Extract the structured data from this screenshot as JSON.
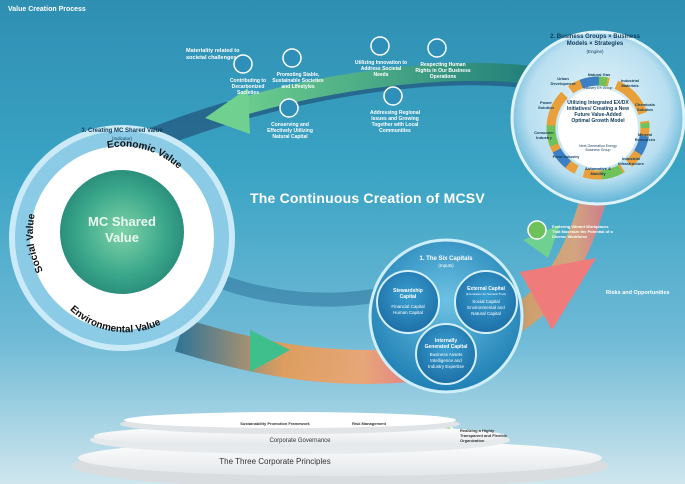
{
  "header": {
    "title": "Value Creation Process"
  },
  "main_title": "The Continuous Creation of MCSV",
  "materiality": {
    "title": "Materiality related to societal challenges",
    "items": [
      "Contributing to Decarbonized Societies",
      "Promoting Stable, Sustainable Societies and Lifestyles",
      "Conserving and Effectively Utilizing Natural Capital",
      "Utilizing Innovation to Address Societal Needs",
      "Respecting Human Rights in Our Business Operations",
      "Addressing Regional Issues and Growing Together with Local Communities"
    ]
  },
  "business": {
    "title": "2. Business Groups × Business Models × Strategies",
    "subtitle": "(Engine)",
    "segments": [
      "Natural Gas",
      "Industrial Materials",
      "Chemicals Solution",
      "Mineral Resources",
      "Industrial Infrastructure",
      "Automotive & Mobility",
      "Food Industry",
      "Consumer Industry",
      "Power Solution",
      "Urban Development"
    ],
    "ring_labels": [
      "Industry DX Group",
      "Next-Generation Energy Business Group"
    ],
    "center": "Utilizing Integrated EX/DX Initiatives/ Creating a New Future Value-Added Optimal Growth Model"
  },
  "shared_value": {
    "title": "3. Creating MC Shared Value",
    "subtitle": "(Indicator)",
    "center": "MC Shared Value",
    "economic": "Economic Value",
    "social": "Social Value",
    "environmental": "Environmental Value"
  },
  "capitals": {
    "title": "1. The Six Capitals",
    "subtitle": "(Inputs)",
    "stewardship": {
      "title": "Stewardship Capital",
      "body": "Financial Capital Human Capital"
    },
    "external": {
      "title": "External Capital",
      "note": "(Foundation for Societal Trust)",
      "body": "Social Capital Environmental and Natural Capital"
    },
    "internal": {
      "title": "Internally Generated Capital",
      "body": "Business Assets Intelligence and Industry Expertise"
    }
  },
  "fostering": "Fostering Vibrant Workplaces That Maximize the Potential of a Diverse Workforce",
  "risks": "Risks and Opportunities",
  "platform": {
    "sustainability": "Sustainability Promotion Framework",
    "risk": "Risk Management",
    "realizing": "Realizing a Highly Transparent and Flexible Organization",
    "governance": "Corporate Governance",
    "principles": "The Three Corporate Principles"
  }
}
